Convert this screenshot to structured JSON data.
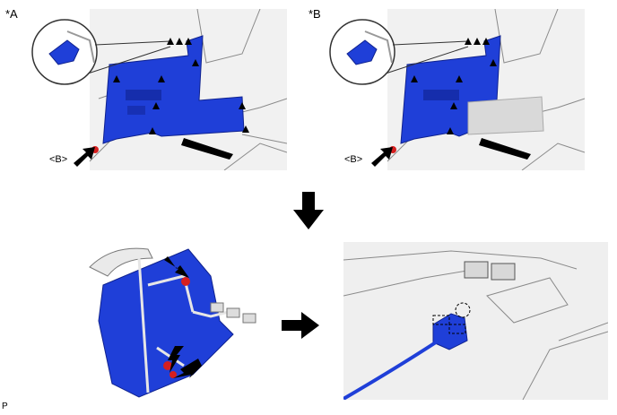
{
  "labels": {
    "panel_a": "*A",
    "panel_b": "*B",
    "callout_a": "<B>",
    "callout_b": "<B>",
    "figure_code": "P"
  },
  "colors": {
    "part_blue": "#1f3fd8",
    "part_blue_dark": "#0f228f",
    "highlight_gray": "#d9d9d9",
    "marker_red": "#d61f1f",
    "line_gray": "#6b6b6b"
  }
}
